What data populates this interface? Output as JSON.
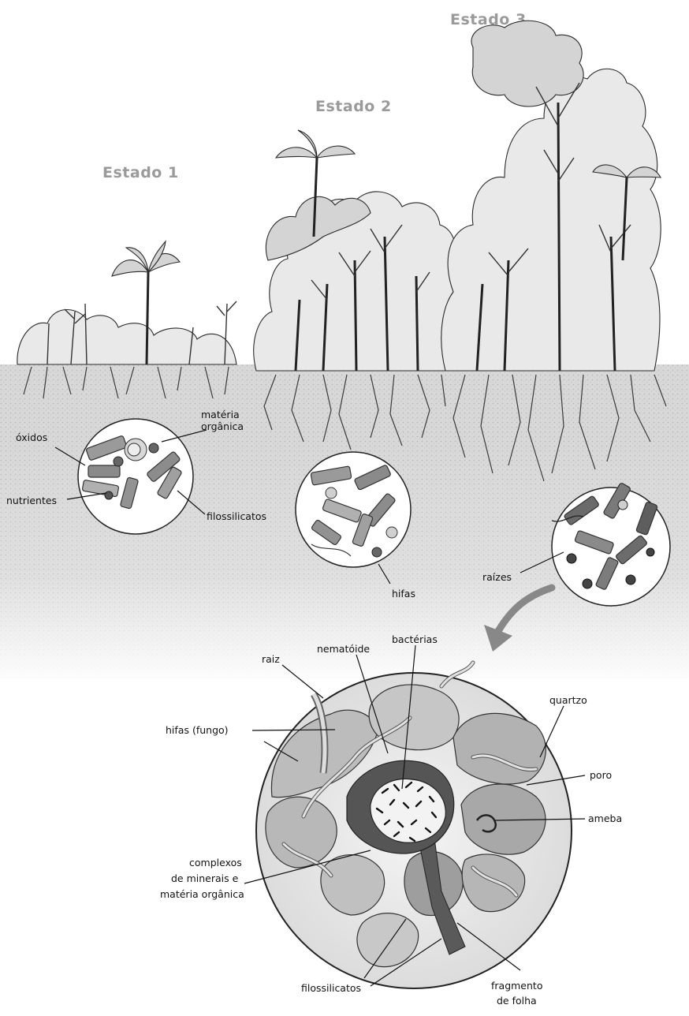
{
  "stages": {
    "stage1": "Estado 1",
    "stage2": "Estado 2",
    "stage3": "Estado 3"
  },
  "aggregate1": {
    "oxidos": "óxidos",
    "materia1": "matéria",
    "materia2": "orgânica",
    "nutrientes": "nutrientes",
    "filossilicatos": "filossilicatos"
  },
  "aggregate2": {
    "hifas": "hifas"
  },
  "aggregate3": {
    "raizes": "raízes"
  },
  "detail": {
    "raiz": "raiz",
    "nematoide": "nematóide",
    "bacterias": "bactérias",
    "quartzo": "quartzo",
    "hifas_fungo": "hifas (fungo)",
    "poro": "poro",
    "ameba": "ameba",
    "complexos1": "complexos",
    "complexos2": "de minerais e",
    "complexos3": "matéria orgânica",
    "filossilicatos": "filossilicatos",
    "fragmento1": "fragmento",
    "fragmento2": "de folha"
  },
  "colors": {
    "stage_title": "#9a9a9a",
    "soil": "#d6d6d6",
    "ink": "#111111"
  }
}
